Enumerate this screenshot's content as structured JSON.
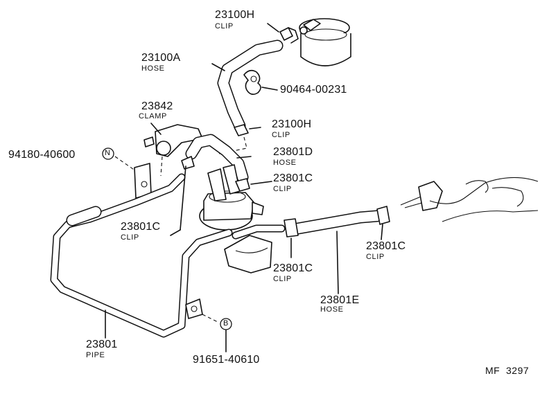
{
  "parts": {
    "clip_top": {
      "number": "23100H",
      "name": "CLIP"
    },
    "hose_top": {
      "number": "23100A",
      "name": "HOSE"
    },
    "bolt_clip": {
      "number": "90464-00231"
    },
    "clamp": {
      "number": "23842",
      "name": "CLAMP"
    },
    "clip_mid": {
      "number": "23100H",
      "name": "CLIP"
    },
    "bolt_n": {
      "number": "94180-40600",
      "marker": "N"
    },
    "hose_mid": {
      "number": "23801D",
      "name": "HOSE"
    },
    "clip_right_upper": {
      "number": "23801C",
      "name": "CLIP"
    },
    "clip_left": {
      "number": "23801C",
      "name": "CLIP"
    },
    "clip_center": {
      "number": "23801C",
      "name": "CLIP"
    },
    "hose_right": {
      "number": "23801E",
      "name": "HOSE"
    },
    "clip_far_right": {
      "number": "23801C",
      "name": "CLIP"
    },
    "pipe": {
      "number": "23801",
      "name": "PIPE"
    },
    "bolt_b": {
      "number": "91651-40610",
      "marker": "B"
    }
  },
  "footer": {
    "code": "MF  3297"
  }
}
